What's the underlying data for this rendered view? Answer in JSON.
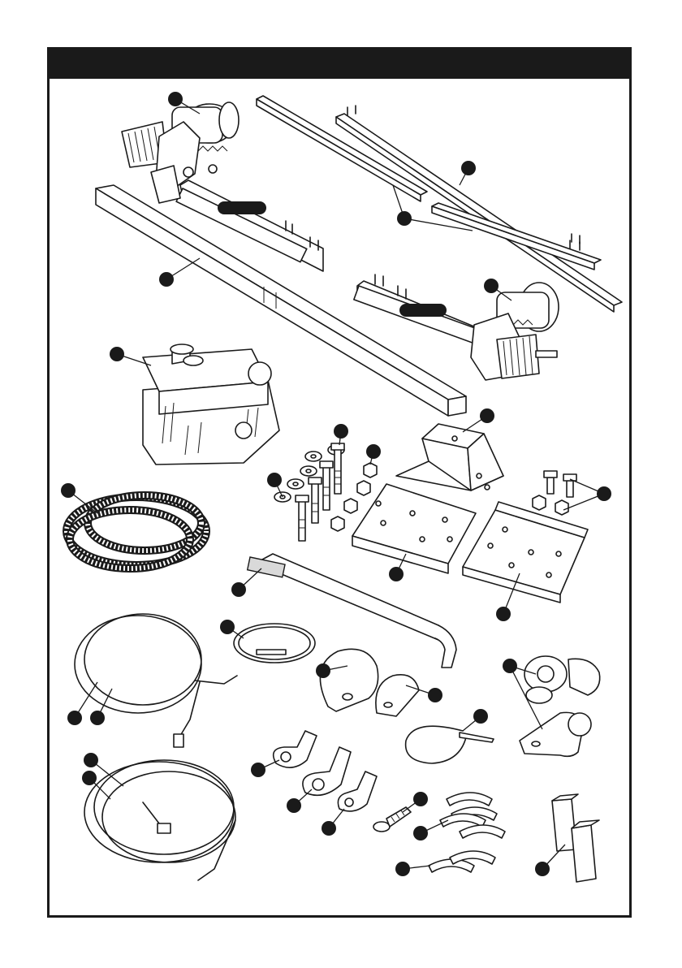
{
  "diagram": {
    "header_bar_color": "#1a1a1a",
    "line_color": "#1a1a1a",
    "parts": [
      {
        "id": "motor-left",
        "icon": "motor-drive-unit"
      },
      {
        "id": "motor-right",
        "icon": "motor-drive-unit"
      },
      {
        "id": "long-square-tube",
        "icon": "square-tube"
      },
      {
        "id": "rail-long",
        "icon": "flat-rail"
      },
      {
        "id": "rail-pair",
        "icon": "flat-rail"
      },
      {
        "id": "clamp-bracket",
        "icon": "mounting-clamp"
      },
      {
        "id": "bolts-washers",
        "icon": "bolt-set"
      },
      {
        "id": "nuts",
        "icon": "nut"
      },
      {
        "id": "u-bracket",
        "icon": "u-bracket"
      },
      {
        "id": "flat-plate",
        "icon": "mounting-plate"
      },
      {
        "id": "angle-plate",
        "icon": "angle-plate"
      },
      {
        "id": "small-bolts",
        "icon": "bolt-set"
      },
      {
        "id": "corrugated-conduit",
        "icon": "conduit-coil"
      },
      {
        "id": "hand-crank",
        "icon": "crank-handle"
      },
      {
        "id": "cable-tie-loop",
        "icon": "cable-tie"
      },
      {
        "id": "p-clips",
        "icon": "p-clip"
      },
      {
        "id": "cable-tie",
        "icon": "cable-tie"
      },
      {
        "id": "cable-thin",
        "icon": "cable-coil"
      },
      {
        "id": "cable-thick",
        "icon": "cable-coil"
      },
      {
        "id": "ring-terminals",
        "icon": "cable-lug"
      },
      {
        "id": "screw",
        "icon": "screw"
      },
      {
        "id": "cable-grommets",
        "icon": "grommet-strip"
      },
      {
        "id": "socket-cover",
        "icon": "power-socket"
      },
      {
        "id": "end-caps",
        "icon": "tube-end-cap"
      }
    ]
  }
}
